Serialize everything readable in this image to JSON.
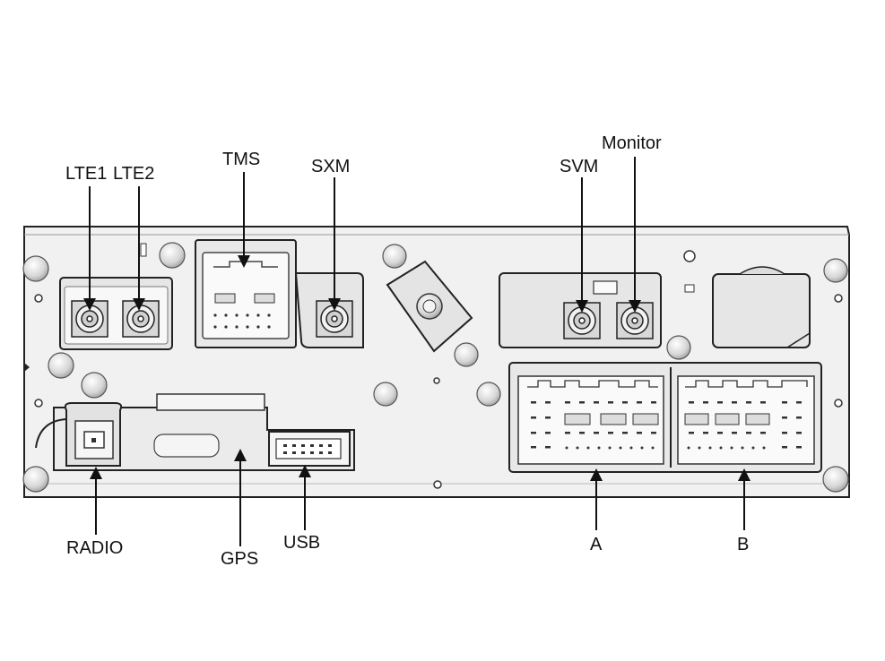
{
  "labels": {
    "lte1": "LTE1",
    "lte2": "LTE2",
    "tms": "TMS",
    "sxm": "SXM",
    "svm": "SVM",
    "monitor": "Monitor",
    "radio": "RADIO",
    "gps": "GPS",
    "usb": "USB",
    "connector_a": "A",
    "connector_b": "B"
  },
  "colors": {
    "panel_fill": "#f1f1f1",
    "outline": "#222222",
    "knob_fill": "#dedede",
    "leader_line": "#111111"
  }
}
